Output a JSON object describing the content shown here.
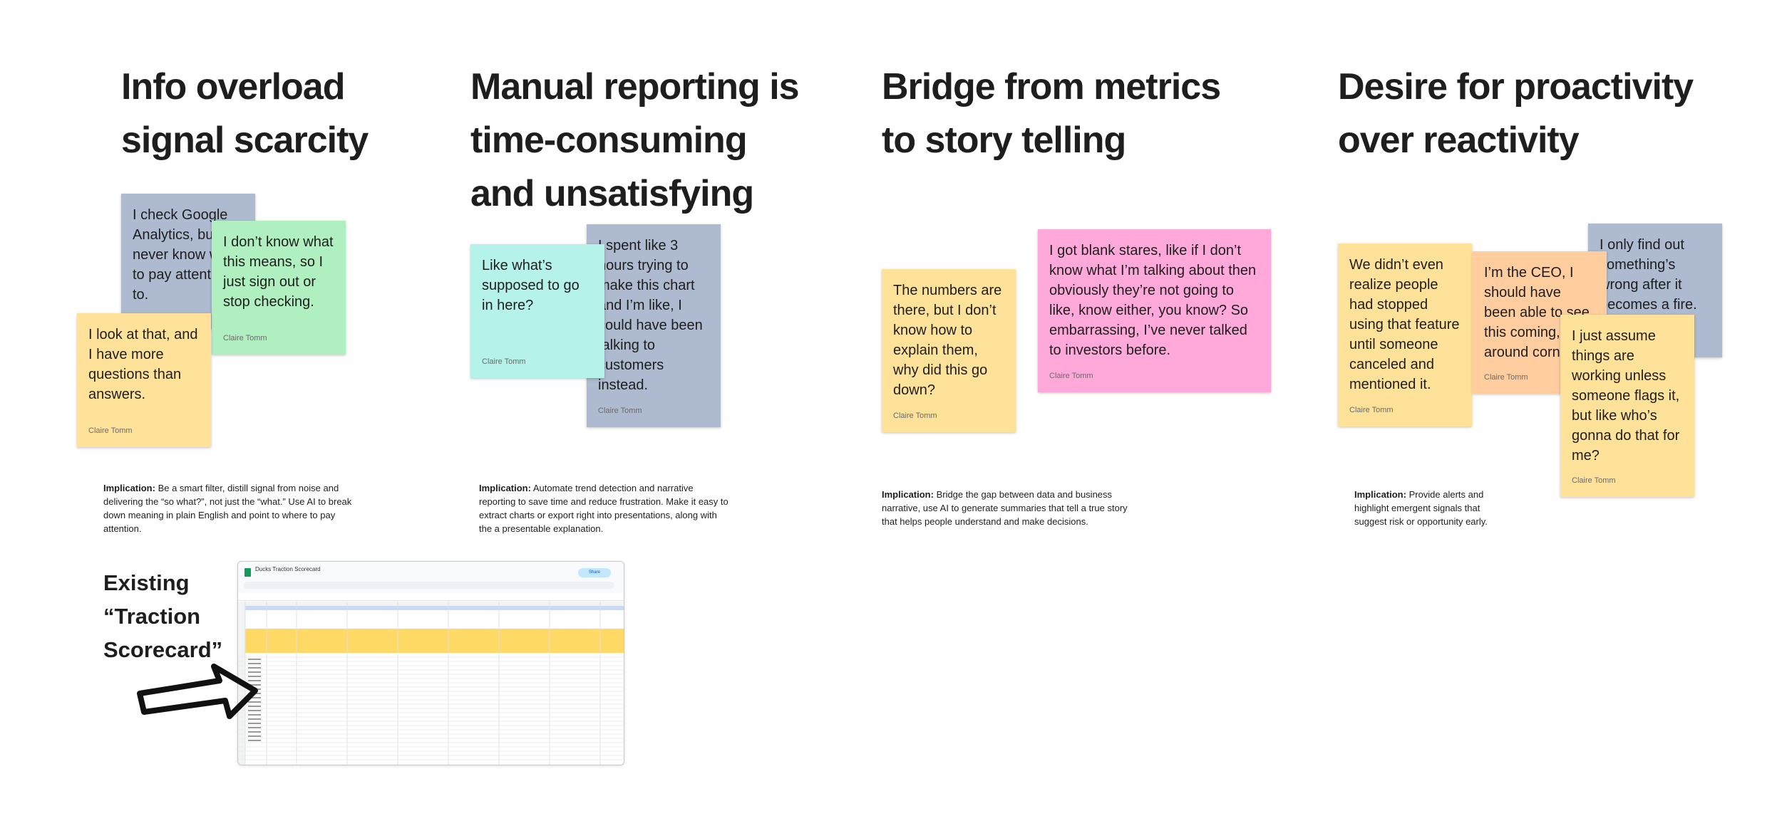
{
  "columns": [
    {
      "title_lines": [
        "Info overload",
        "signal scarcity"
      ],
      "implication_label": "Implication:",
      "implication_text": " Be a smart filter, distill signal from noise and delivering the “so what?”, not just the “what.” Use AI to break down meaning in plain English and point to where to pay attention.",
      "notes": [
        {
          "text": "I check Google Analytics, but I never know what to pay attention to.",
          "author": "",
          "color": "#adbacf"
        },
        {
          "text": "I don’t know what this means, so I just sign out or stop checking.",
          "author": "Claire Tomm",
          "color": "#b0efbf"
        },
        {
          "text": "I look at that, and I have more questions than answers.",
          "author": "Claire Tomm",
          "color": "#ffe29a"
        }
      ]
    },
    {
      "title_lines": [
        "Manual reporting is",
        "time-consuming",
        "and unsatisfying"
      ],
      "implication_label": "Implication:",
      "implication_text": " Automate trend detection and narrative reporting to save time and reduce frustration. Make it easy to extract charts or export right into presentations, along with the a presentable explanation.",
      "notes": [
        {
          "text": "I spent like 3 hours trying to make this chart and I’m like, I could have been talking to customers instead.",
          "author": "Claire Tomm",
          "color": "#adbacf"
        },
        {
          "text": "Like what’s supposed to go in here?",
          "author": "Claire Tomm",
          "color": "#b5f2ea"
        }
      ]
    },
    {
      "title_lines": [
        "Bridge from metrics",
        "to story telling"
      ],
      "implication_label": "Implication:",
      "implication_text": " Bridge the gap between data and business narrative, use AI to generate summaries that tell a true story that helps people understand and make decisions.",
      "notes": [
        {
          "text": "The numbers are there, but I don’t know how to explain them, why did this go down?",
          "author": "Claire Tomm",
          "color": "#ffe29a"
        },
        {
          "text": "I got blank stares, like if I don’t know what I’m talking about then obviously they’re not going to like, know either, you know? So embarrassing, I’ve never talked to investors before.",
          "author": "Claire Tomm",
          "color": "#ffa8da"
        }
      ]
    },
    {
      "title_lines": [
        "Desire for proactivity",
        "over reactivity"
      ],
      "implication_label": "Implication:",
      "implication_text": " Provide alerts and highlight emergent signals that suggest risk or opportunity early.",
      "notes": [
        {
          "text": "I only find out something’s wrong after it becomes a fire.",
          "author": "",
          "color": "#adbacf"
        },
        {
          "text": "We didn’t even realize people had stopped using that feature until someone canceled and mentioned it.",
          "author": "Claire Tomm",
          "color": "#ffe29a"
        },
        {
          "text": "I’m the CEO, I should have been able to see this coming, see around corners.",
          "author": "Claire Tomm",
          "color": "#ffcd9e"
        },
        {
          "text": "I just assume things are working unless someone flags it, but like who’s gonna do that for me?",
          "author": "Claire Tomm",
          "color": "#ffe29a"
        }
      ]
    }
  ],
  "existing": {
    "lines": [
      "Existing",
      "“Traction",
      "Scorecard”"
    ]
  },
  "spreadsheet": {
    "title": "Ducks Traction Scorecard",
    "share_label": "Share"
  }
}
